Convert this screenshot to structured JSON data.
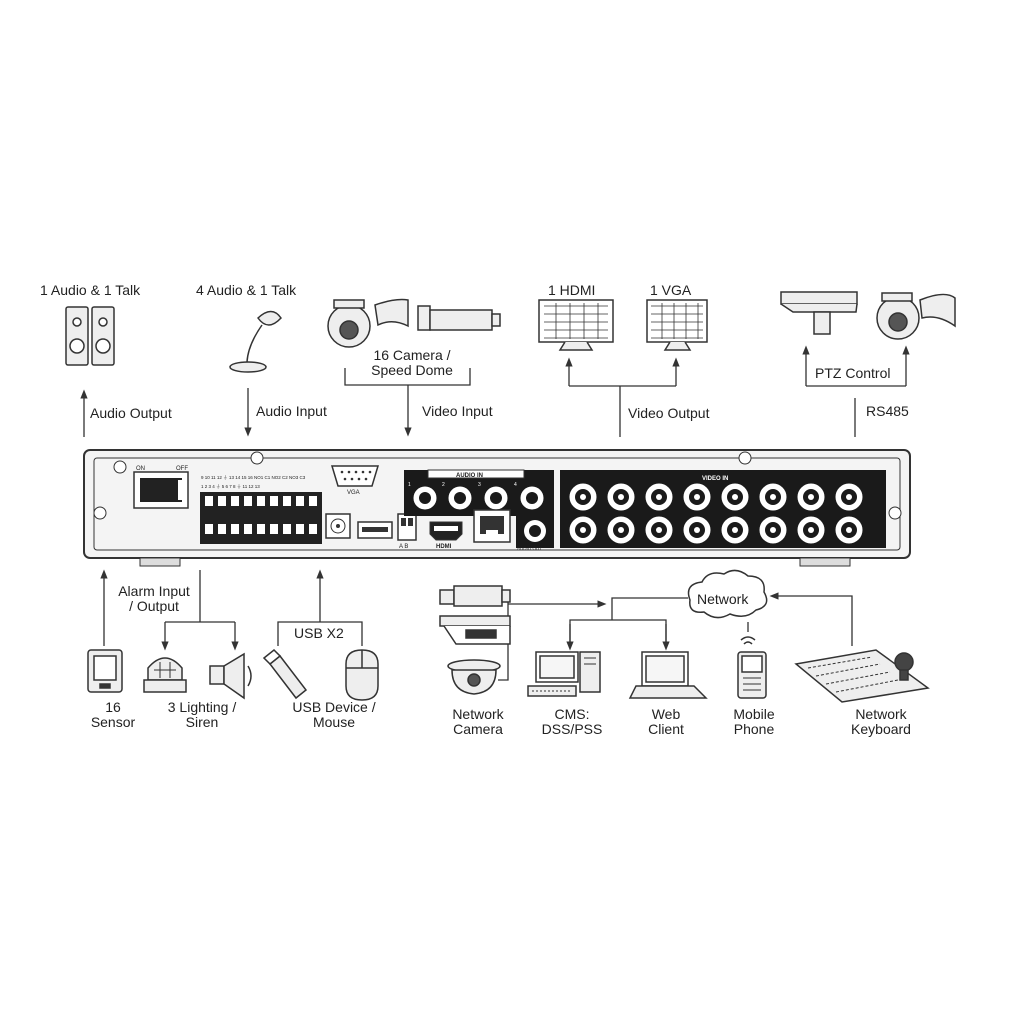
{
  "labels": {
    "audio_talk_1": "1 Audio  & 1 Talk",
    "audio_talk_4": "4 Audio & 1 Talk",
    "camera_dome": [
      "16 Camera /",
      "Speed Dome"
    ],
    "hdmi": "1 HDMI",
    "vga": "1 VGA",
    "audio_output": "Audio  Output",
    "audio_input": "Audio  Input",
    "video_input": "Video Input",
    "video_output": "Video Output",
    "ptz_control": "PTZ Control",
    "rs485": "RS485",
    "alarm_io": [
      "Alarm Input",
      "/ Output"
    ],
    "usb_x2": "USB X2",
    "network": "Network",
    "sensor": [
      "16",
      "Sensor"
    ],
    "lighting_siren": [
      "3 Lighting /",
      "Siren"
    ],
    "usb_device_mouse": [
      "USB Device /",
      "Mouse"
    ],
    "network_camera": [
      "Network",
      "Camera"
    ],
    "cms": [
      "CMS:",
      "DSS/PSS"
    ],
    "web_client": [
      "Web",
      "Client"
    ],
    "mobile_phone": [
      "Mobile",
      "Phone"
    ],
    "network_keyboard": [
      "Network",
      "Keyboard"
    ]
  },
  "panel": {
    "audio_in": "AUDIO IN",
    "video_in": "VIDEO IN",
    "vga_port": "VGA",
    "hdmi_port": "HDMI",
    "audio_out": "AUDIO OUT",
    "ab_port": "A B",
    "power_on": "ON",
    "power_off": "OFF",
    "alarm_pins_top": "9 10 11 12 ⏚ 13 14 15 16 NO1 C1 NO2 C2 NO3 C3",
    "alarm_pins_bottom": "1 2 3 4 ⏚ 5 6 7 8 ⏚ 11 12 13",
    "audio_channels": [
      "1",
      "2",
      "3",
      "4"
    ]
  },
  "colors": {
    "line": "#333333",
    "device_fill": "#e9e9e9",
    "panel_black": "#1a1a1a"
  }
}
